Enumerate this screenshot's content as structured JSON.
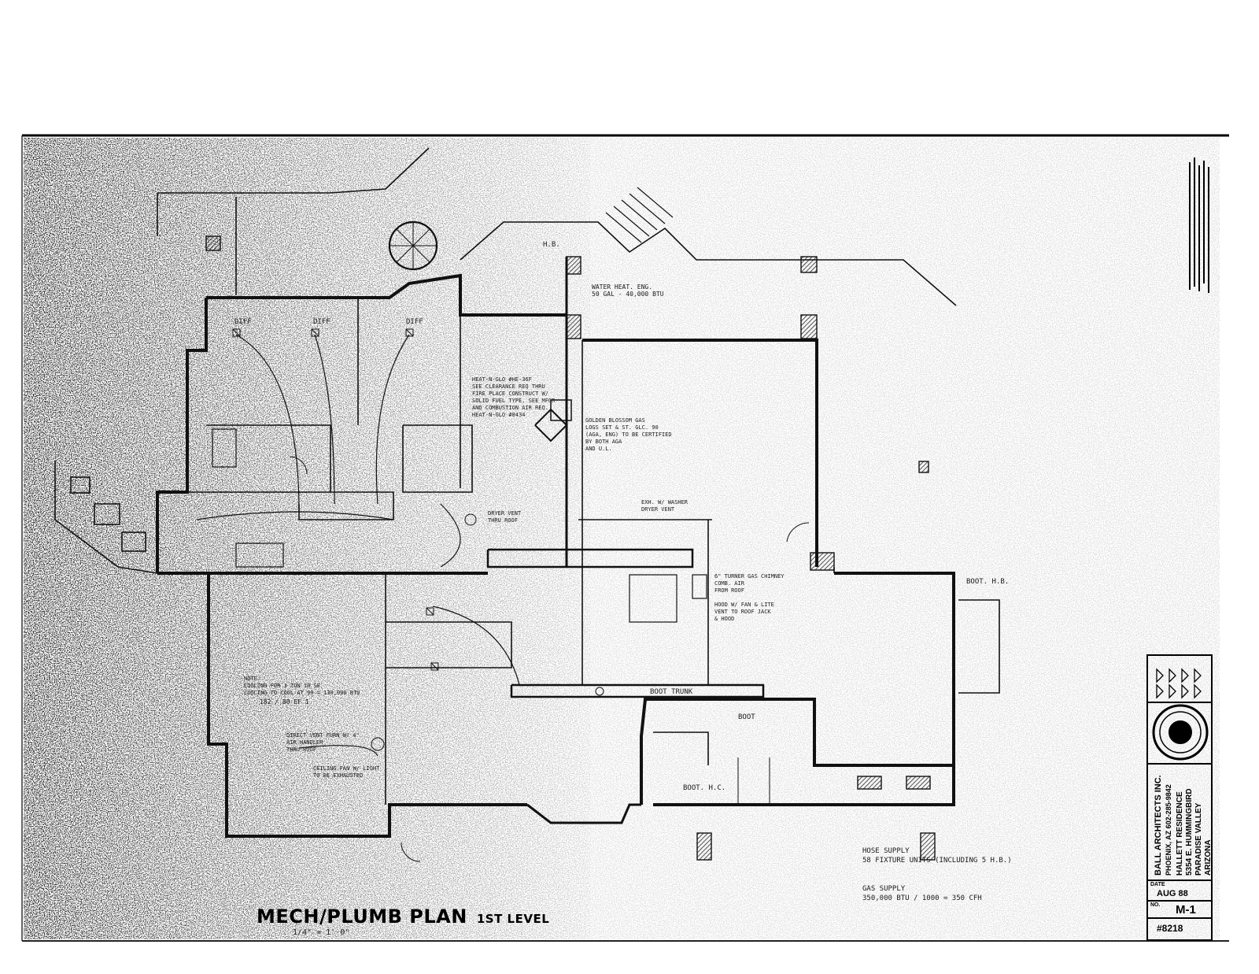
{
  "drawing": {
    "title": "MECH/PLUMB PLAN",
    "level": "1ST LEVEL",
    "scale": "1/4\" = 1'-0\""
  },
  "title_block": {
    "firm": "BALL ARCHITECTS INC.",
    "firm_address": "PHOENIX, AZ 602-285-9842",
    "project_name": "HALLETT RESIDENCE",
    "project_address": "5354 E. HUMMINGBIRD",
    "city": "PARADISE VALLEY",
    "state": "ARIZONA",
    "date_label": "DATE",
    "date": "AUG 88",
    "sheet_label": "NO.",
    "sheet_number": "M-1",
    "job_number": "#8218"
  },
  "notes": {
    "duct_labels": [
      "DIFF",
      "DIFF",
      "DIFF"
    ],
    "hose_bib": "H.B.",
    "water_heater": "WATER HEAT. ENG.\n50 GAL - 40,000 BTU",
    "fireplace": "HEAT-N-GLO #HE-36F\nSEE CLEARANCE REQ THRU\nFIRE PLACE CONSTRUCT W/\nSOLID FUEL TYPE. SEE MFGR\nAND COMBUSTION AIR REQ.\nHEAT-N-GLO #8434",
    "gas_logs": "GOLDEN BLOSSOM GAS\nLOGS SET & ST. GLC. 90\n(AGA, ENG) TO BE CERTIFIED\nBY BOTH AGA\nAND U.L.",
    "exhaust_fan": "EXH. W/ WASHER\nDRYER VENT",
    "hood_fan": "HOOD W/ FAN & LITE\nVENT TO ROOF JACK\n& HOOD",
    "combustion_air": "6\" TURNER GAS CHIMNEY\nCOMB. AIR\nFROM ROOF",
    "dryer_vent": "DRYER VENT\nTHRU ROOF",
    "heat_note": "NOTE:\nCOOLING FOR 3 TON 10 SE\nCOOLING TO COOL AT 90 = 130,000 BTU",
    "heat_note_2": "182 / 80 EF 1",
    "furnace_note": "DIRECT VENT FURN W/ 4\"\nAIR HANDLER\nTHRU ROOF",
    "ceiling_fan": "CEILING FAN W/ LIGHT\nTO BE EXHAUSTED",
    "boot_trunk": "BOOT TRUNK",
    "boot": "BOOT",
    "boot_hb": "BOOT. H.B.",
    "boot_hc": "BOOT. H.C.",
    "water_supply_heading": "HOSE SUPPLY",
    "water_supply_note": "58 FIXTURE UNITS (INCLUDING 5 H.B.)",
    "gas_supply_heading": "GAS SUPPLY",
    "gas_supply_note": "350,000 BTU / 1000 = 350 CFH"
  }
}
